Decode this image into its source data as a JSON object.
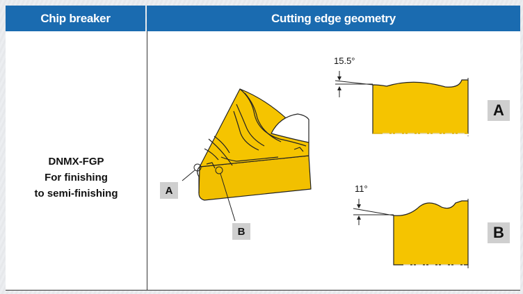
{
  "header": {
    "col1": "Chip breaker",
    "col2": "Cutting edge geometry"
  },
  "chip_breaker": {
    "line1": "DNMX-FGP",
    "line2": "For finishing",
    "line3": "to semi-finishing"
  },
  "labels": {
    "insert_a": "A",
    "insert_b": "B",
    "section_a": "A",
    "section_b": "B"
  },
  "angles": {
    "a": "15.5°",
    "b": "11°"
  },
  "colors": {
    "header": "#1a6bb0",
    "insert": "#f5c400",
    "label_bg": "#cfcfcf"
  }
}
